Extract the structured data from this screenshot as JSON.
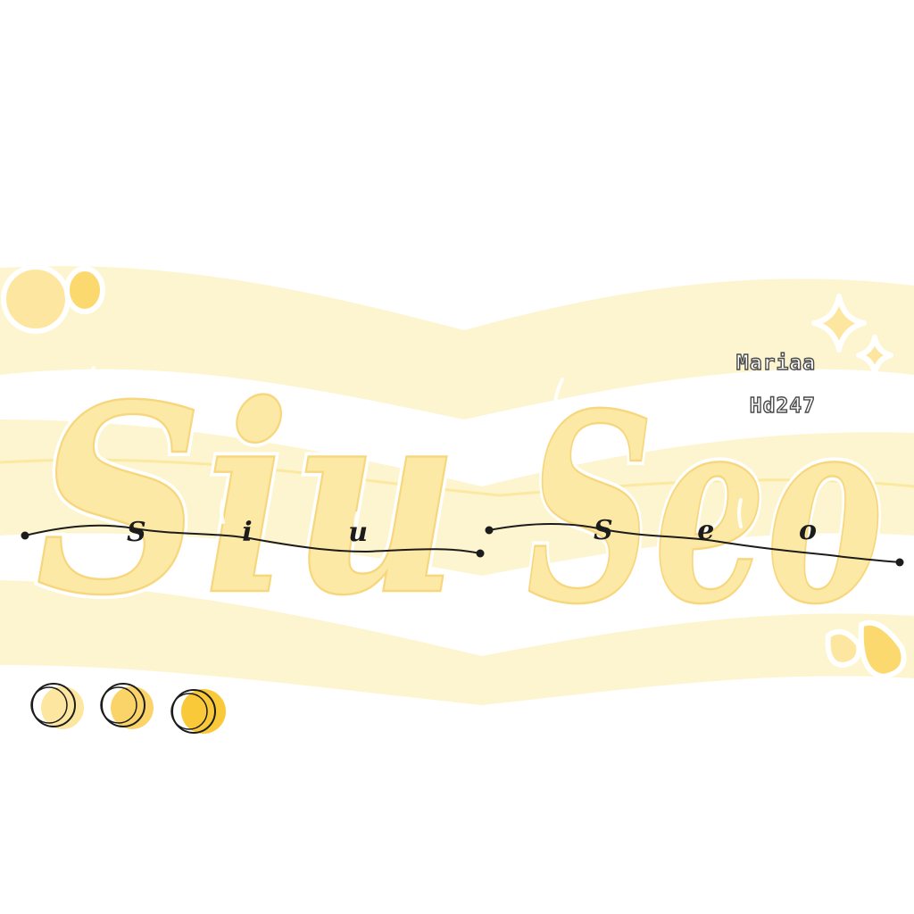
{
  "title": {
    "first_name": "Siu",
    "last_name": "Seo",
    "first_name_small": "Siu",
    "last_name_small": "Seo"
  },
  "credit": {
    "line1": "Mariaa",
    "line2": "Hd247"
  },
  "palette": {
    "background": "#ffffff",
    "wave": "#fdf5cf",
    "letter_fill": "#fde9a6",
    "letter_outline": "#f7d77e",
    "dot_light": "#fde7a0",
    "dot_mid": "#fbd469",
    "dot_dark": "#f9c93a",
    "ink": "#1c1c1c"
  },
  "decorations": {
    "sparkle_icon": "sparkle-icon",
    "drop_icon": "drop-icon",
    "color_dot_icon": "color-dot-icon"
  }
}
